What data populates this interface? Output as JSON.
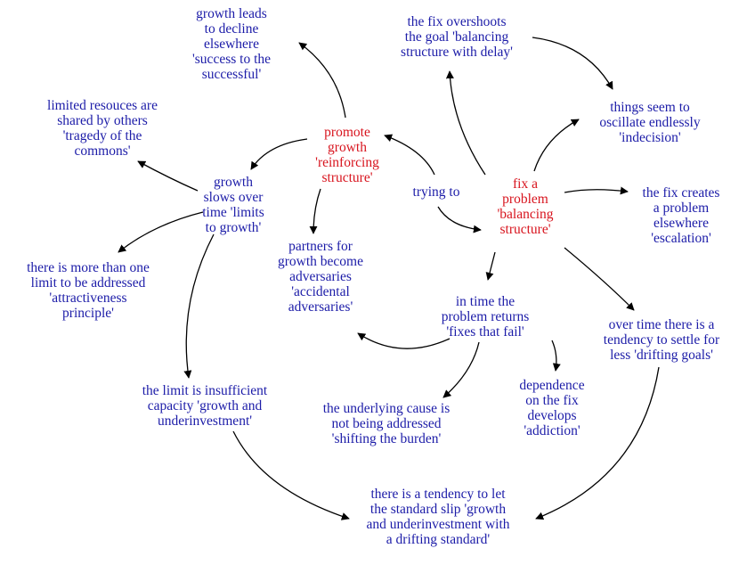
{
  "colors": {
    "text_blue": "#1c1ca8",
    "text_red": "#d8141e",
    "arrow": "#000000"
  },
  "nodes": {
    "success_to_successful": "growth leads\nto decline\nelsewhere\n'success to the\nsuccessful'",
    "balancing_with_delay": "the fix overshoots\nthe goal 'balancing\nstructure with delay'",
    "indecision": "things seem to\noscillate endlessly\n'indecision'",
    "tragedy_of_commons": "limited resouces are\nshared by others\n'tragedy of the\ncommons'",
    "reinforcing": "promote\ngrowth\n'reinforcing\nstructure'",
    "limits_to_growth": "growth\nslows over\ntime 'limits\nto growth'",
    "trying_to": "trying to",
    "balancing": "fix a\nproblem\n'balancing\nstructure'",
    "escalation": "the fix creates\na problem\nelsewhere\n'escalation'",
    "attractiveness": "there is more than one\nlimit to be addressed\n'attractiveness\nprinciple'",
    "accidental_adversaries": "partners for\ngrowth become\nadversaries\n'accidental\nadversaries'",
    "fixes_that_fail": "in time the\nproblem returns\n'fixes that fail'",
    "drifting_goals": "over time there is a\ntendency to settle for\nless 'drifting goals'",
    "growth_underinvestment": "the limit is insufficient\ncapacity 'growth and\nunderinvestment'",
    "shifting_burden": "the underlying cause is\nnot being addressed\n'shifting the burden'",
    "addiction": "dependence\non the fix\ndevelops\n'addiction'",
    "drifting_standard": "there is a tendency to let\nthe standard slip 'growth\nand underinvestment with\na drifting standard'"
  }
}
